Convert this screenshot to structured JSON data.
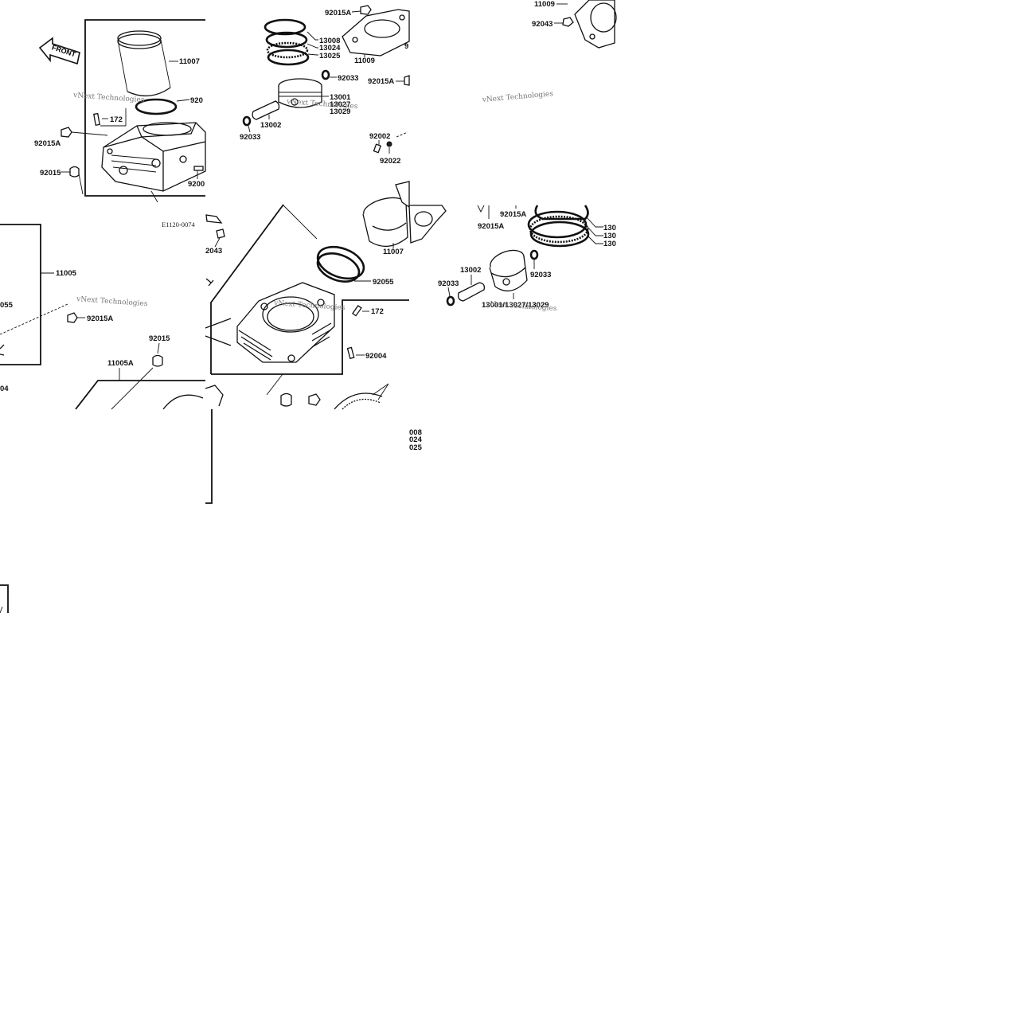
{
  "watermark": "vNext Technologies",
  "drawing_code": "E1120-0074",
  "front_arrow": "FRONT",
  "panel_a": {
    "labels": {
      "l11007": "11007",
      "l9205x": "920",
      "l172": "172",
      "l92015A": "92015A",
      "l92015": "92015",
      "l9200x": "9200"
    }
  },
  "panel_b": {
    "labels": {
      "l92015A_top": "92015A",
      "l13008": "13008",
      "l13024": "13024",
      "l13025": "13025",
      "l11009": "11009",
      "l9x": "9",
      "l92033_r": "92033",
      "l92015A_r": "92015A",
      "l13001": "13001",
      "l13027": "13027",
      "l13029": "13029",
      "l13002": "13002",
      "l92033_l": "92033",
      "l92002": "92002",
      "l92022": "92022"
    }
  },
  "panel_c": {
    "labels": {
      "l11009": "11009",
      "l92043": "92043"
    }
  },
  "panel_d": {
    "labels": {
      "l11005": "11005",
      "l055": "055",
      "l92015A": "92015A",
      "l92015": "92015",
      "l11005A": "11005A",
      "l04": "04"
    }
  },
  "panel_e": {
    "labels": {
      "l2043": "2043",
      "l11007": "11007",
      "l92055": "92055",
      "l172": "172",
      "l92004": "92004"
    }
  },
  "panel_f": {
    "labels": {
      "l92015A_a": "92015A",
      "l92015A_b": "92015A",
      "l130a": "130",
      "l130b": "130",
      "l130c": "130",
      "l13002": "13002",
      "l92033_r": "92033",
      "l92033_l": "92033",
      "l13001_27_29": "13001/13027/13029"
    }
  },
  "panel_g": {
    "labels": {
      "l008": "008",
      "l024": "024",
      "l025": "025"
    }
  }
}
